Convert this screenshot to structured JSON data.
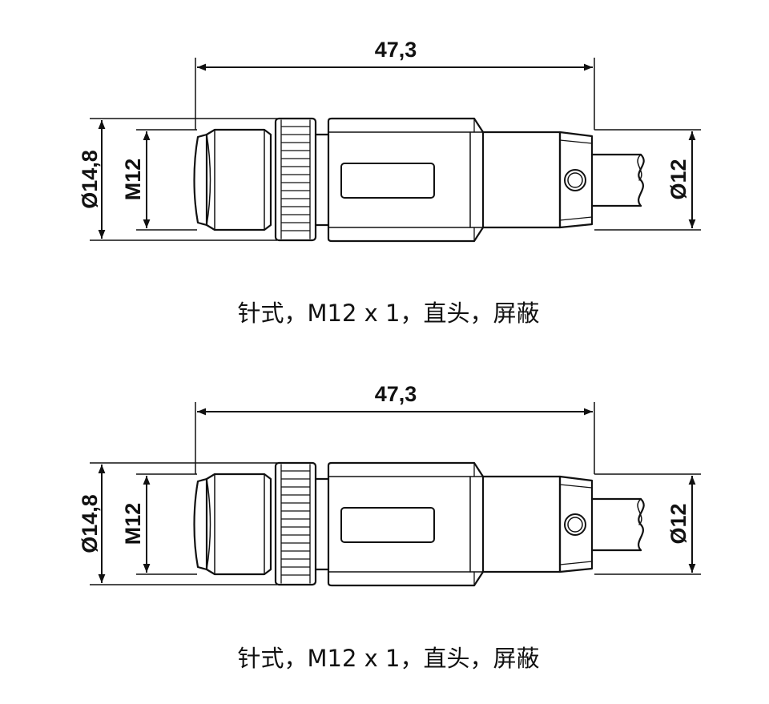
{
  "drawings": [
    {
      "dims": {
        "length": "47,3",
        "outer_diameter": "Ø14,8",
        "thread": "M12",
        "cable_diameter": "Ø12"
      },
      "caption": "针式，M12 x 1，直头，屏蔽"
    },
    {
      "dims": {
        "length": "47,3",
        "outer_diameter": "Ø14,8",
        "thread": "M12",
        "cable_diameter": "Ø12"
      },
      "caption": "针式，M12 x 1，直头，屏蔽"
    }
  ]
}
